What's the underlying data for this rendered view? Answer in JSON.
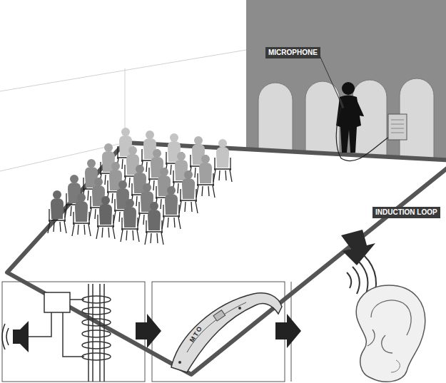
{
  "diagram": {
    "labels": [
      "MICROPHONE",
      "INDUCTION LOOP",
      "MTO"
    ]
  }
}
